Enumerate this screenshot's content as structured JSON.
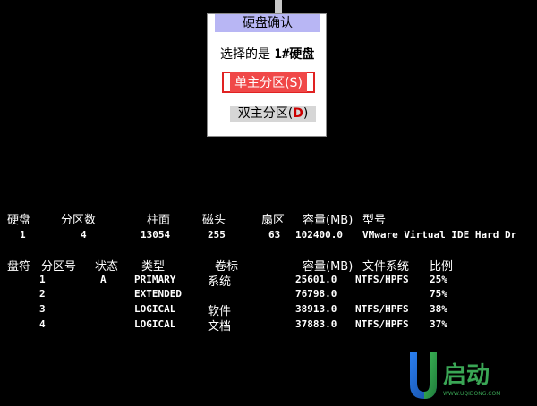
{
  "dialog": {
    "title": "硬盘确认",
    "selected_prefix": "选择的是",
    "selected_disk": "1#硬盘",
    "single_primary_label": "单主分区(S)",
    "double_primary_label": "双主分区(",
    "double_primary_hotkey": "D",
    "double_primary_suffix": ")"
  },
  "disk_table": {
    "headers": [
      "硬盘",
      "分区数",
      "柱面",
      "磁头",
      "扇区",
      "容量(MB)",
      "型号"
    ],
    "row": [
      "1",
      "4",
      "13054",
      "255",
      "63",
      "102400.0",
      "VMware Virtual IDE Hard Dr"
    ]
  },
  "partition_table": {
    "headers": [
      "盘符",
      "分区号",
      "状态",
      "类型",
      "卷标",
      "容量(MB)",
      "文件系统",
      "比例"
    ],
    "rows": [
      {
        "num": "1",
        "status": "A",
        "type": "PRIMARY",
        "label": "系统",
        "size": "25601.0",
        "fs": "NTFS/HPFS",
        "pct": "25%"
      },
      {
        "num": "2",
        "status": "",
        "type": "EXTENDED",
        "label": "",
        "size": "76798.0",
        "fs": "",
        "pct": "75%"
      },
      {
        "num": "3",
        "status": "",
        "type": "LOGICAL",
        "label": "软件",
        "size": "38913.0",
        "fs": "NTFS/HPFS",
        "pct": "38%"
      },
      {
        "num": "4",
        "status": "",
        "type": "LOGICAL",
        "label": "文档",
        "size": "37883.0",
        "fs": "NTFS/HPFS",
        "pct": "37%"
      }
    ]
  },
  "logo": {
    "text": "U启动",
    "url": "WWW.UQIDONG.COM",
    "colors": {
      "u_blue": "#1e6fd8",
      "u_green": "#2fa84f",
      "text_green": "#4caf50"
    }
  }
}
